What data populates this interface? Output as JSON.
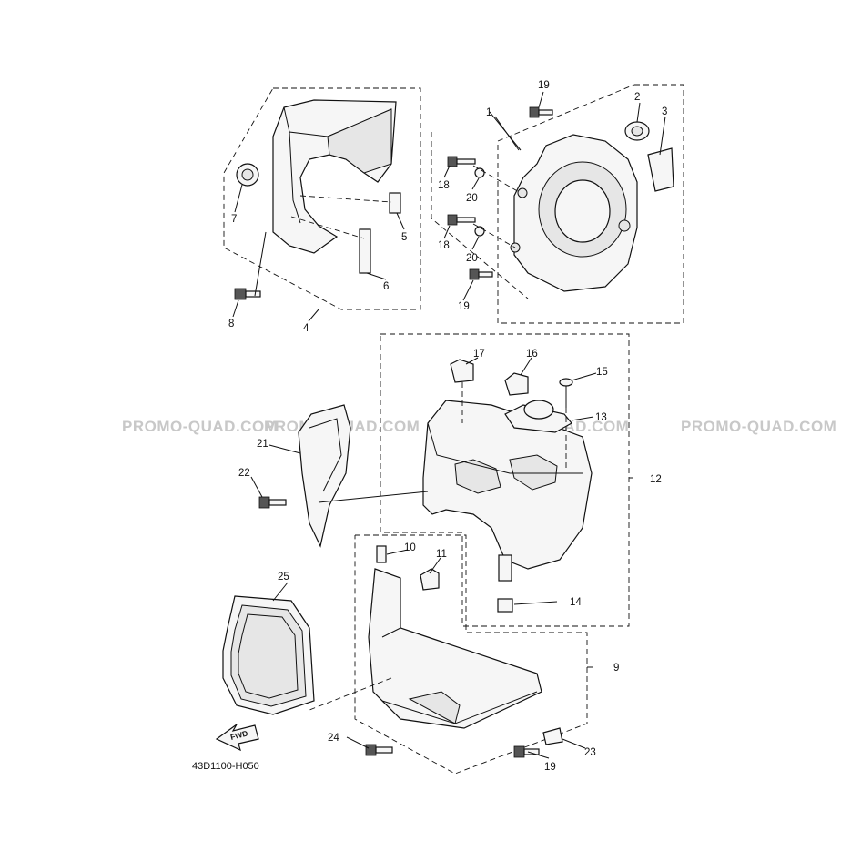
{
  "diagram": {
    "document_code": "43D1100-H050",
    "fwd_badge": "FWD",
    "watermark": [
      "PROMO-QUAD.COM",
      "PROMO-QUAD.COM",
      "PROMO-QUAD.COM",
      "PROMO-QUAD.COM"
    ],
    "part_labels": {
      "p1": "1",
      "p2": "2",
      "p3": "3",
      "p4": "4",
      "p5": "5",
      "p6": "6",
      "p7": "7",
      "p8": "8",
      "p9": "9",
      "p10": "10",
      "p11": "11",
      "p12": "12",
      "p13": "13",
      "p14": "14",
      "p15": "15",
      "p16": "16",
      "p17": "17",
      "p18a": "18",
      "p18b": "18",
      "p19a": "19",
      "p19b": "19",
      "p19c": "19",
      "p20a": "20",
      "p20b": "20",
      "p21": "21",
      "p22": "22",
      "p23": "23",
      "p24": "24",
      "p25": "25"
    }
  }
}
